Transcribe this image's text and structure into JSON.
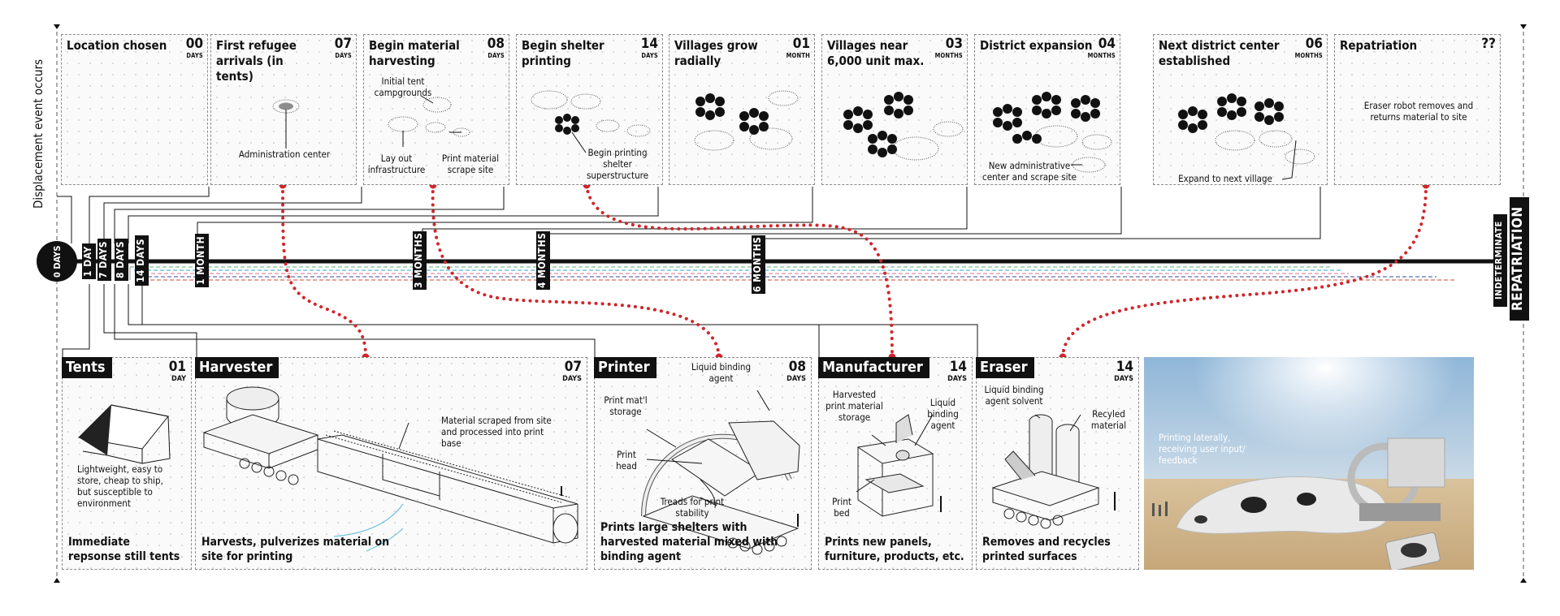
{
  "side_label": "Displacement event occurs",
  "repatriation_label": "REPATRIATION",
  "indeterminate_label": "INDETERMINATE",
  "start_circle": "0 DAYS",
  "milestones": [
    "1 DAY",
    "7 DAYS",
    "8 DAYS",
    "14 DAYS",
    "1 MONTH",
    "3 MONTHS",
    "4 MONTHS",
    "6 MONTHS"
  ],
  "phases": [
    {
      "title": "Location chosen",
      "num": "00",
      "unit": "DAYS"
    },
    {
      "title": "First refugee arrivals (in tents)",
      "num": "07",
      "unit": "DAYS"
    },
    {
      "title": "Begin material harvesting",
      "num": "08",
      "unit": "DAYS"
    },
    {
      "title": "Begin shelter printing",
      "num": "14",
      "unit": "DAYS"
    },
    {
      "title": "Villages grow radially",
      "num": "01",
      "unit": "MONTH"
    },
    {
      "title": "Villages near 6,000 unit max.",
      "num": "03",
      "unit": "MONTHS"
    },
    {
      "title": "District expansion",
      "num": "04",
      "unit": "MONTHS"
    },
    {
      "title": "Next district center established",
      "num": "06",
      "unit": "MONTHS"
    },
    {
      "title": "Repatriation",
      "num": "??",
      "unit": ""
    }
  ],
  "phase_annotations": {
    "admin_center": "Administration center",
    "initial_tent": "Initial tent campgrounds",
    "lay_out": "Lay out infrastructure",
    "print_material": "Print material scrape site",
    "begin_printing": "Begin printing shelter superstructure",
    "new_admin": "New administrative center and scrape site",
    "expand_next": "Expand to next village",
    "eraser_robot": "Eraser robot removes and returns material to site"
  },
  "machines": [
    {
      "title": "Tents",
      "num": "01",
      "unit": "DAY",
      "desc": "Immediate repsonse still tents",
      "color": "#7fbf9a"
    },
    {
      "title": "Harvester",
      "num": "07",
      "unit": "DAYS",
      "desc": "Harvests, pulverizes material on site for printing",
      "color": "#4fb7d6"
    },
    {
      "title": "Printer",
      "num": "08",
      "unit": "DAYS",
      "desc": "Prints large shelters with harvested material mixed with binding agent",
      "color": "#d98aa5"
    },
    {
      "title": "Manufacturer",
      "num": "14",
      "unit": "DAYS",
      "desc": "Prints new panels, furniture, products, etc.",
      "color": "#5a6fb8"
    },
    {
      "title": "Eraser",
      "num": "14",
      "unit": "DAYS",
      "desc": "Removes and recycles printed surfaces",
      "color": "#d96a5a"
    }
  ],
  "machine_annotations": {
    "tents_note": "Lightweight, easy to store, cheap to ship, but susceptible to environment",
    "material_scraped": "Material scraped from site and processed into print base",
    "liquid_binding": "Liquid binding agent",
    "print_storage": "Print mat'l storage",
    "print_head": "Print head",
    "treads": "Treads for print stability",
    "harvested_storage": "Harvested print material storage",
    "liquid_binding_2": "Liquid binding agent",
    "print_bed": "Print bed",
    "solvent": "Liquid binding agent solvent",
    "recycled": "Recyled material"
  },
  "photo_caption": "Printing laterally, receiving user input/ feedback",
  "colors": {
    "red_dots": "#d0262b",
    "timeline": "#111111"
  }
}
